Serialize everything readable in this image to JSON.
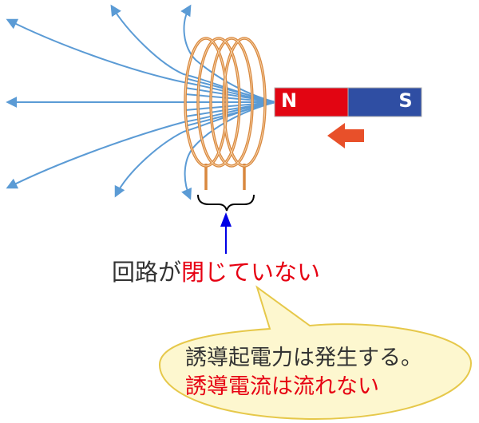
{
  "magnet": {
    "north_label": "N",
    "south_label": "S",
    "north_color": "#e20512",
    "south_color": "#2f4ea3"
  },
  "colors": {
    "field_line": "#5b9bd5",
    "coil": "#d9883e",
    "motion_arrow": "#e8502a",
    "pointer_arrow": "#0000e6",
    "bubble_fill": "#fdf7cf",
    "bubble_stroke": "#e6c84a",
    "accent_red": "#e60012"
  },
  "caption": {
    "part1": "回路が",
    "part2": "閉じていない"
  },
  "bubble": {
    "line1": "誘導起電力は発生する。",
    "line2": "誘導電流は流れない"
  }
}
